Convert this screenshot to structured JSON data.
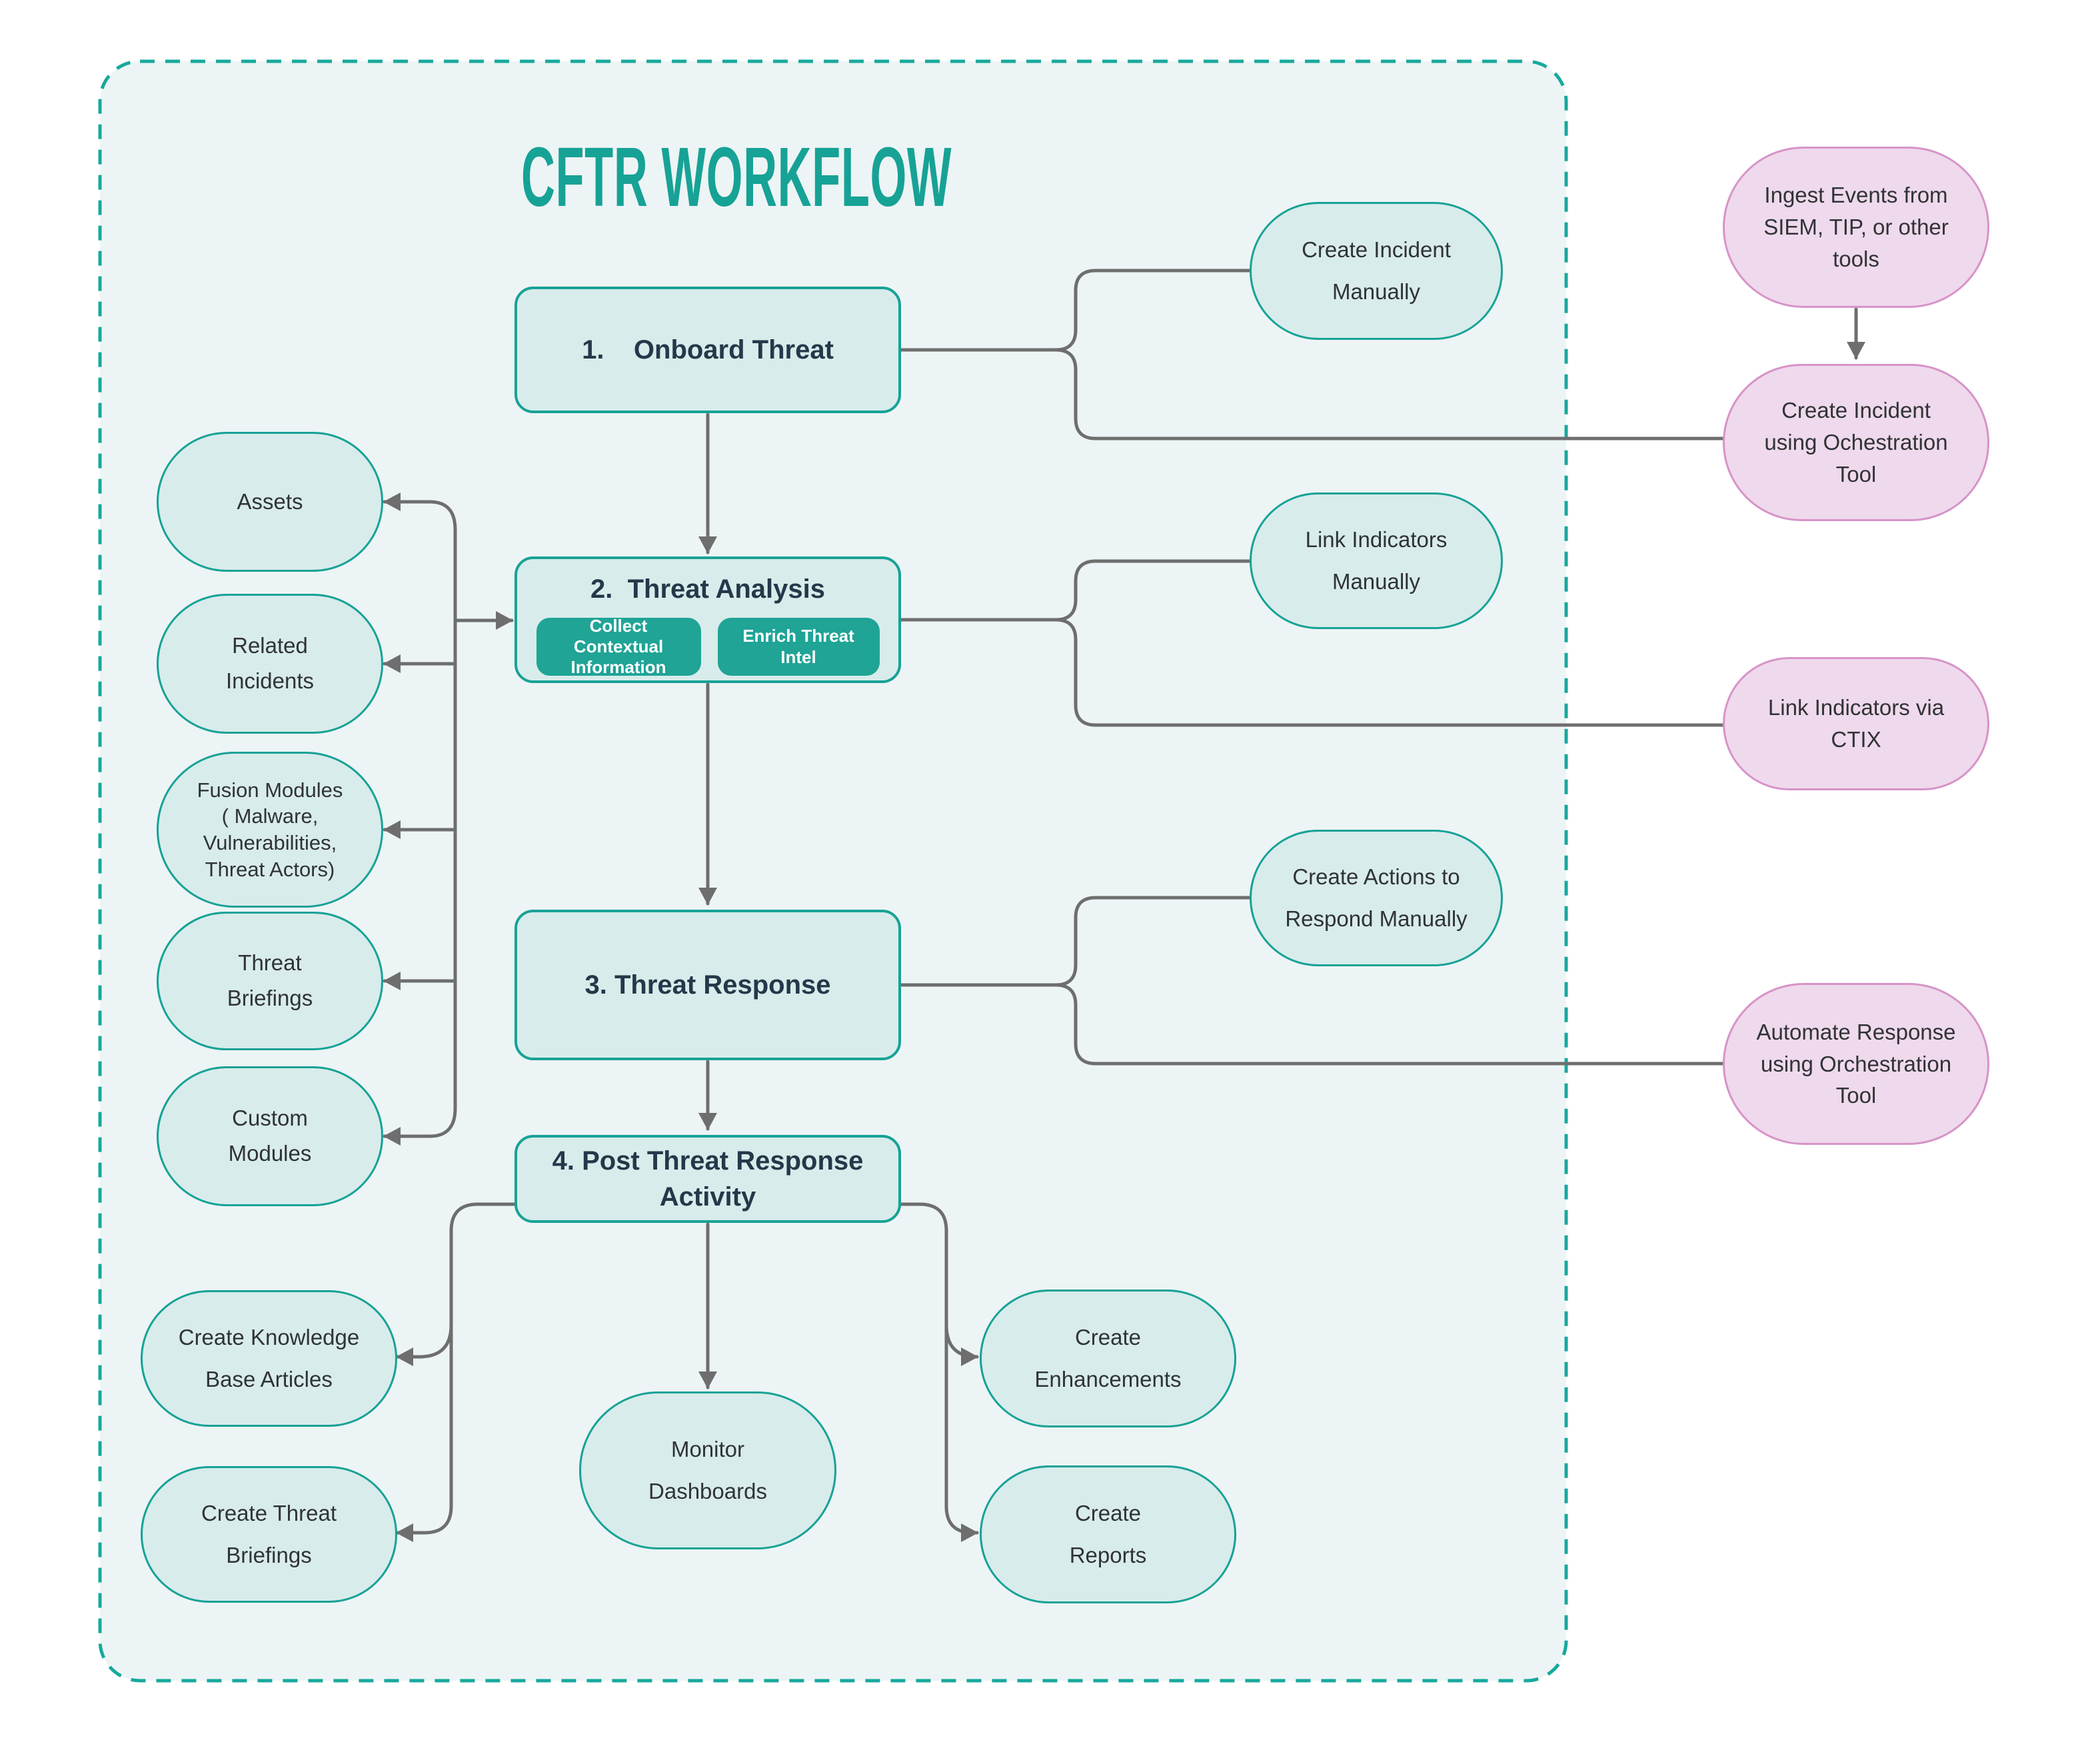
{
  "title": "CFTR WORKFLOW",
  "colors": {
    "accent_teal": "#17A296",
    "node_fill": "#D8ECEB",
    "container_fill": "#EDF4F5",
    "button_fill": "#1FA496",
    "pink_fill": "#EFD9EC",
    "pink_border": "#D793C9",
    "connector_gray": "#6E6E6E",
    "heading_text": "#25384A",
    "node_text": "#303335"
  },
  "main_flow": [
    {
      "label": "1.    Onboard Threat"
    },
    {
      "label": "2.  Threat Analysis",
      "buttons": [
        "Collect Contextual Information",
        "Enrich Threat Intel"
      ]
    },
    {
      "label": "3. Threat Response"
    },
    {
      "label": "4. Post Threat Response\nActivity"
    }
  ],
  "analysis_modules": [
    "Assets",
    "Related\nIncidents",
    "Fusion Modules\n( Malware,\nVulnerabilities,\nThreat Actors)",
    "Threat\nBriefings",
    "Custom\nModules"
  ],
  "manual_actions": [
    "Create Incident\nManually",
    "Link Indicators\nManually",
    "Create Actions to\nRespond Manually"
  ],
  "orchestration_actions": [
    "Ingest Events from\nSIEM, TIP, or other\ntools",
    "Create Incident\nusing Ochestration\nTool",
    "Link Indicators via\nCTIX",
    "Automate Response\nusing Orchestration\nTool"
  ],
  "post_response_actions": [
    "Create Knowledge\nBase Articles",
    "Create Threat\nBriefings",
    "Monitor\nDashboards",
    "Create\nEnhancements",
    "Create\nReports"
  ]
}
